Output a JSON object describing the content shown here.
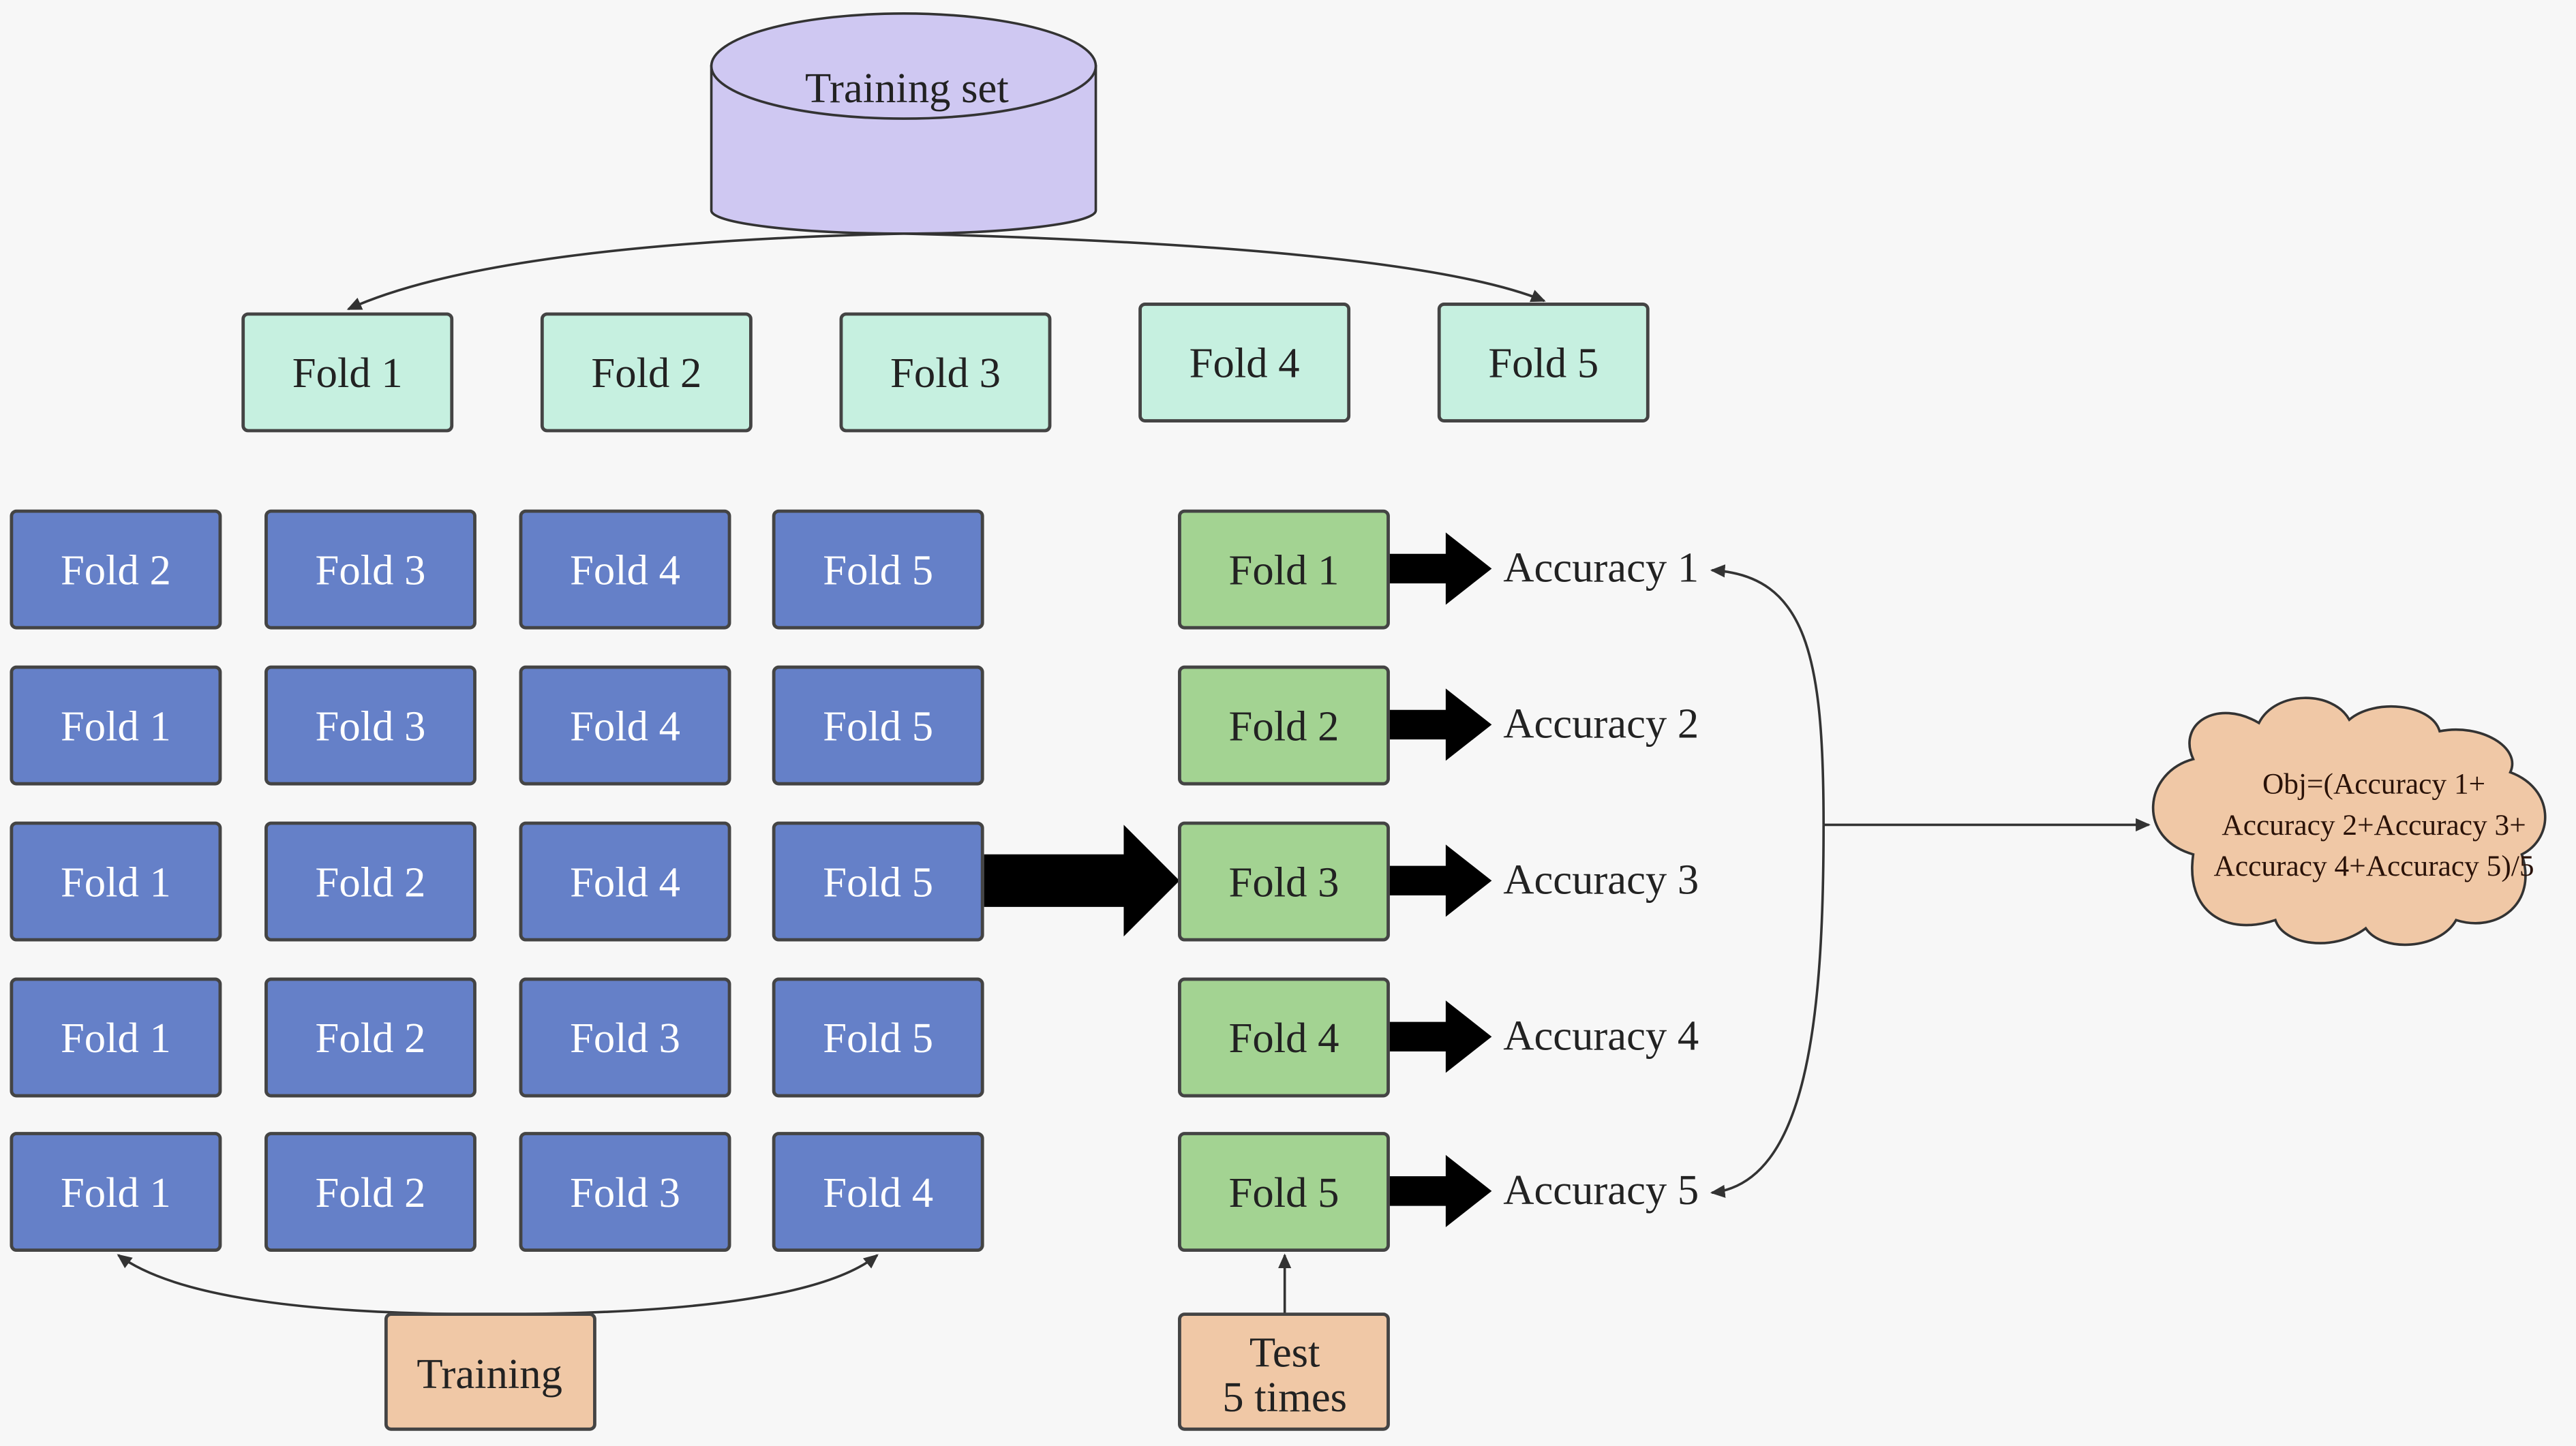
{
  "training_set": "Training set",
  "top_folds": [
    "Fold 1",
    "Fold 2",
    "Fold 3",
    "Fold 4",
    "Fold 5"
  ],
  "training_grid": [
    [
      "Fold 2",
      "Fold 3",
      "Fold 4",
      "Fold 5"
    ],
    [
      "Fold 1",
      "Fold 3",
      "Fold 4",
      "Fold 5"
    ],
    [
      "Fold 1",
      "Fold 2",
      "Fold 4",
      "Fold 5"
    ],
    [
      "Fold 1",
      "Fold 2",
      "Fold 3",
      "Fold 5"
    ],
    [
      "Fold 1",
      "Fold 2",
      "Fold 3",
      "Fold 4"
    ]
  ],
  "test_folds": [
    "Fold 1",
    "Fold 2",
    "Fold 3",
    "Fold 4",
    "Fold 5"
  ],
  "accuracies": [
    "Accuracy 1",
    "Accuracy 2",
    "Accuracy 3",
    "Accuracy 4",
    "Accuracy 5"
  ],
  "training_label": "Training",
  "test_label": [
    "Test",
    "5 times"
  ],
  "objective": [
    "Obj=(Accuracy 1+",
    "Accuracy 2+Accuracy 3+",
    "Accuracy 4+Accuracy 5)/5"
  ],
  "colors": {
    "background": "#f7f7f7",
    "cylinder": "#cfc8f2",
    "top_fold": "#c6f0e0",
    "training_fold": "#6580c8",
    "test_fold": "#a3d392",
    "label_box": "#f0c8a6",
    "cloud": "#f0c8a6"
  }
}
